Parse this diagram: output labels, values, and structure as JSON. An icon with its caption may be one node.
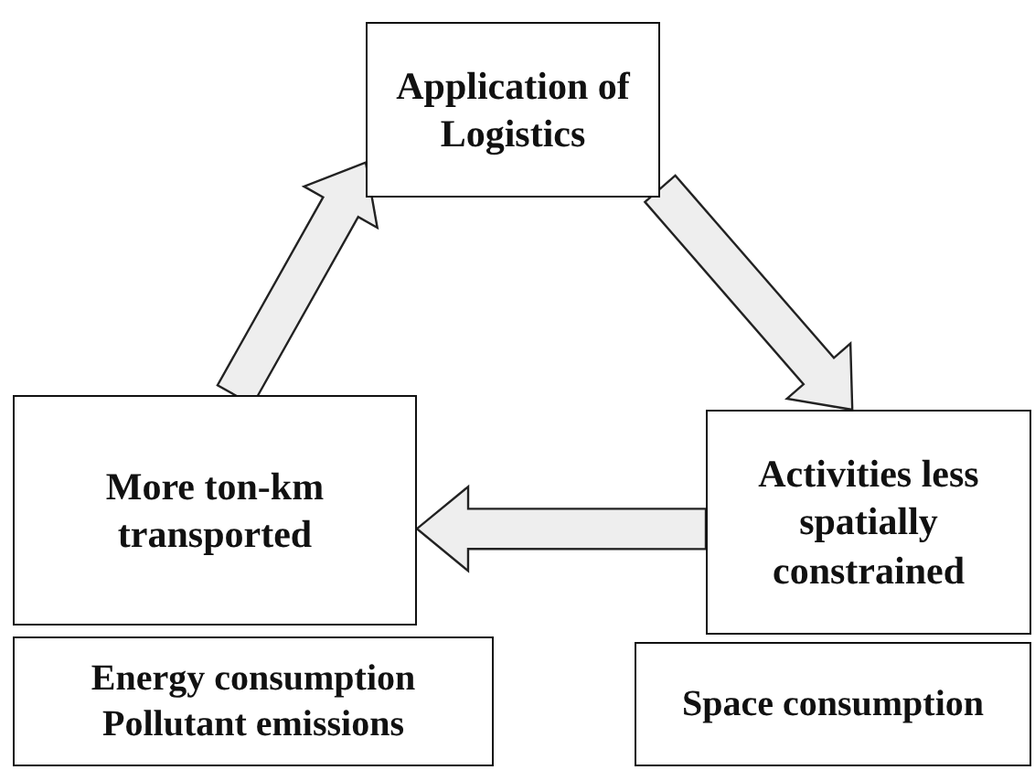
{
  "diagram": {
    "nodes": [
      {
        "text": [
          "Application of Logistics"
        ]
      },
      {
        "text": [
          "Activities less spatially constrained"
        ]
      },
      {
        "text": [
          "More ton-km transported"
        ]
      },
      {
        "text": [
          "Energy consumption",
          "Pollutant emissions"
        ]
      },
      {
        "text": [
          "Space consumption"
        ]
      }
    ],
    "edges": [
      {
        "from": 0,
        "to": 1,
        "arrow": "to"
      },
      {
        "from": 1,
        "to": 2,
        "arrow": "to"
      },
      {
        "from": 2,
        "to": 0,
        "arrow": "to"
      }
    ]
  }
}
